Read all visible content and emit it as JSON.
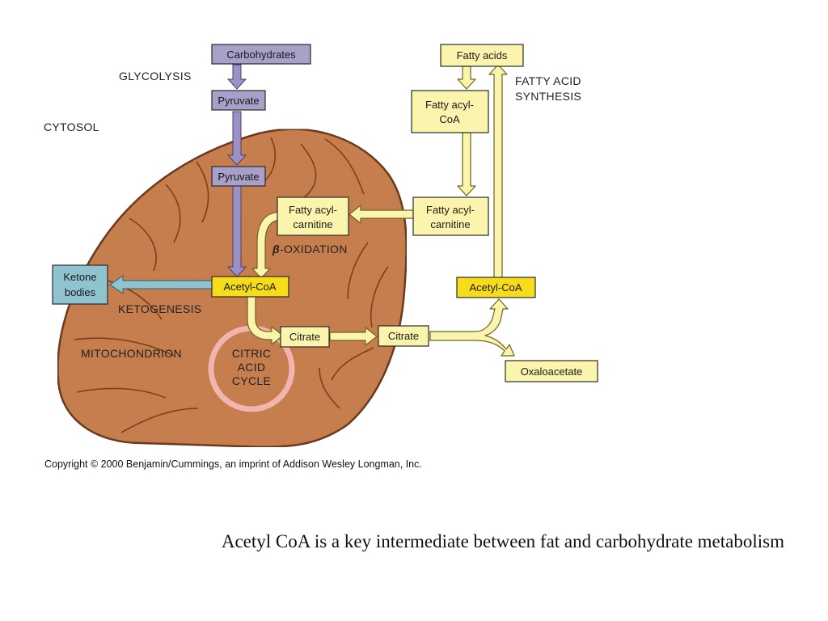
{
  "diagram": {
    "colors": {
      "mitochondrion": "#c97f4f",
      "mito_outline": "#6e3a1e",
      "cristae": "#7a3f1f",
      "glycolysis_box": "#a9a0c9",
      "lipid_box": "#fbf4ad",
      "acetyl_box": "#f7dc1c",
      "ketone_box": "#8fc3cf",
      "purple_arrow": "#9c91c4",
      "yellow_arrow": "#fbf4ad",
      "blue_arrow": "#8fc3cf",
      "citric_ring": "#f2b4ae"
    },
    "nodes": {
      "carbohydrates": "Carbohydrates",
      "pyruvate_cytosol": "Pyruvate",
      "pyruvate_mito": "Pyruvate",
      "fatty_acids": "Fatty acids",
      "fatty_acyl_coa": [
        "Fatty acyl-",
        "CoA"
      ],
      "fatty_acyl_carnitine_out": [
        "Fatty acyl-",
        "carnitine"
      ],
      "fatty_acyl_carnitine_in": [
        "Fatty acyl-",
        "carnitine"
      ],
      "acetyl_coa_mito": "Acetyl-CoA",
      "acetyl_coa_cytosol": "Acetyl-CoA",
      "ketone_bodies": [
        "Ketone",
        "bodies"
      ],
      "citrate_mito": "Citrate",
      "citrate_cytosol": "Citrate",
      "oxaloacetate": "Oxaloacetate",
      "citric_acid_cycle": [
        "CITRIC",
        "ACID",
        "CYCLE"
      ]
    },
    "labels": {
      "glycolysis": "GLYCOLYSIS",
      "cytosol": "CYTOSOL",
      "fatty_acid_synthesis": [
        "FATTY ACID",
        "SYNTHESIS"
      ],
      "beta_symbol": "β",
      "beta_oxidation": "-OXIDATION",
      "ketogenesis": "KETOGENESIS",
      "mitochondrion": "MITOCHONDRION"
    },
    "copyright": "Copyright © 2000 Benjamin/Cummings, an imprint of Addison Wesley Longman, Inc."
  },
  "caption": "Acetyl CoA is a key intermediate between fat and carbohydrate metabolism"
}
